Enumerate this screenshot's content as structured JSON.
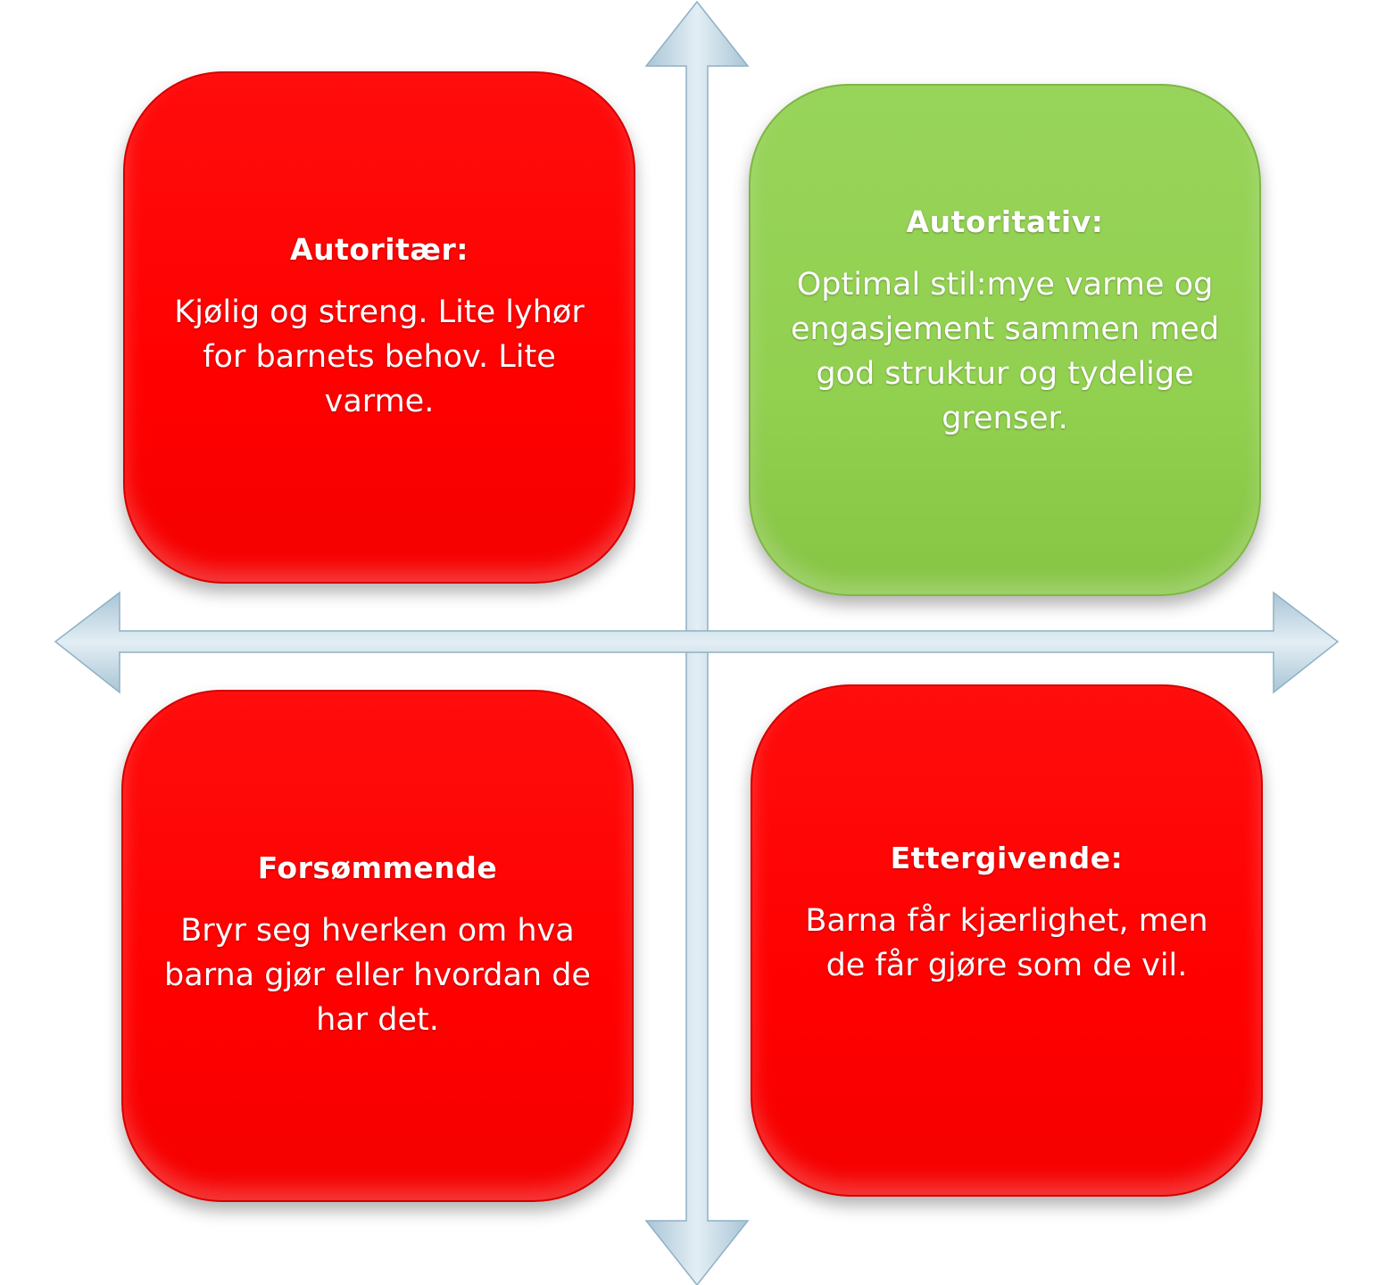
{
  "quadrants": {
    "top_left": {
      "title": "Autoritær:",
      "text": "Kjølig og streng. Lite lyhør for barnets behov. Lite varme.",
      "color": "#ff0000"
    },
    "top_right": {
      "title": "Autoritativ:",
      "text": "Optimal stil:mye varme og engasjement sammen med god struktur og tydelige grenser.",
      "color": "#92d050"
    },
    "bottom_left": {
      "title": "Forsømmende",
      "text": "Bryr seg hverken om hva barna gjør eller hvordan de har det.",
      "color": "#ff0000"
    },
    "bottom_right": {
      "title": "Ettergivende:",
      "text": "Barna får kjærlighet, men de får gjøre som de vil.",
      "color": "#ff0000"
    }
  },
  "axes": {
    "color": "#c6d9e4",
    "edge_color": "#8fb1c4"
  }
}
